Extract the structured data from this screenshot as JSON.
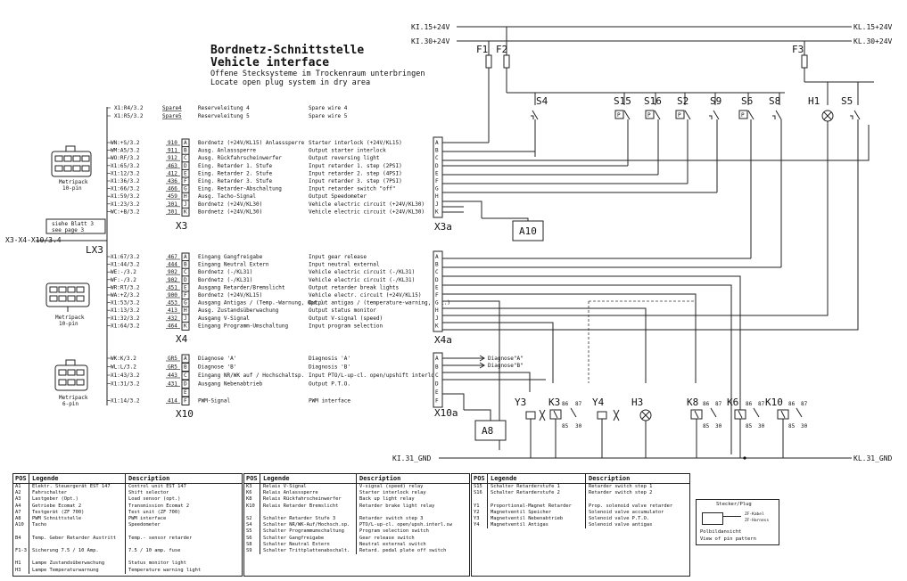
{
  "title": {
    "de": "Bordnetz-Schnittstelle",
    "en": "Vehicle interface",
    "sub_de": "Offene Stecksysteme im Trockenraum unterbringen",
    "sub_en": "Locate open plug system in dry area"
  },
  "rails": {
    "kl15_left": "KI.15+24V",
    "kl30_left": "KI.30+24V",
    "kl15_right": "KL.15+24V",
    "kl30_right": "KL.30+24V",
    "kl31_left": "KI.31_GND",
    "kl31_right": "KL.31_GND"
  },
  "fuses": {
    "f1": "F1",
    "f2": "F2",
    "f3": "F3"
  },
  "top_components": {
    "s4": "S4",
    "s15": "S15",
    "s16": "S16",
    "s2": "S2",
    "s9": "S9",
    "s6": "S6",
    "s8": "S8",
    "h1": "H1",
    "s5": "S5"
  },
  "bottom_components": {
    "y3": "Y3",
    "k3": "K3",
    "y4": "Y4",
    "h3": "H3",
    "k8": "K8",
    "k6": "K6",
    "k10": "K10"
  },
  "relay_pins": {
    "p86": "86",
    "p87": "87",
    "p85": "85",
    "p30": "30"
  },
  "modules": {
    "a10": "A10",
    "a8": "A8"
  },
  "connectors": {
    "x3": "X3",
    "x4": "X4",
    "x10": "X10",
    "x3a": "X3a",
    "x4a": "X4a",
    "x10a": "X10a",
    "lx3": "LX3",
    "cross_ref_left": "X3-X4-X10/3.4",
    "see_page_de": "siehe Blatt 3",
    "see_page_en": "see page 3"
  },
  "plug_labels": {
    "metripack_10_top": "Metripack\n10-pin",
    "metripack_10_mid": "Metripack\n10-pin",
    "metripack_6": "Metripack\n6-pin"
  },
  "reserve": [
    {
      "ref": "X1:R4/3.2",
      "wire": "Spare4",
      "de": "Reserveleitung 4",
      "en": "Spare wire 4"
    },
    {
      "ref": "X1:R5/3.2",
      "wire": "Spare5",
      "de": "Reserveleitung 5",
      "en": "Spare wire 5"
    }
  ],
  "x3_pins": [
    {
      "ref": "WN:+S/3.2",
      "wire": "910",
      "pin": "A",
      "de": "Bordnetz (+24V/KL15) Anlasssperre",
      "en": "Starter interlock (+24V/KL15)"
    },
    {
      "ref": "WM:A5/3.2",
      "wire": "911",
      "pin": "B",
      "de": "Ausg. Anlasssperre",
      "en": "Output starter interlock"
    },
    {
      "ref": "WO:RF/3.2",
      "wire": "912",
      "pin": "C",
      "de": "Ausg. Rückfahrscheinwerfer",
      "en": "Output reversing light"
    },
    {
      "ref": "X1:65/3.2",
      "wire": "463",
      "pin": "D",
      "de": "Eing. Retarder 1. Stufe",
      "en": "Input retarder 1. step (2PSI)"
    },
    {
      "ref": "X1:12/3.2",
      "wire": "412",
      "pin": "E",
      "de": "Eing. Retarder 2. Stufe",
      "en": "Input retarder 2. step (4PSI)"
    },
    {
      "ref": "X1:36/3.2",
      "wire": "436",
      "pin": "F",
      "de": "Eing. Retarder 3. Stufe",
      "en": "Input retarder 3. step (7PSI)"
    },
    {
      "ref": "X1:66/3.2",
      "wire": "466",
      "pin": "G",
      "de": "Eing. Retarder-Abschaltung",
      "en": "Input retarder switch \"off\""
    },
    {
      "ref": "X1:59/3.2",
      "wire": "459",
      "pin": "H",
      "de": "Ausg. Tacho-Signal",
      "en": "Output Speedometer"
    },
    {
      "ref": "X1:23/3.2",
      "wire": "301",
      "pin": "J",
      "de": "Bordnetz (+24V/KL30)",
      "en": "Vehicle electric circuit (+24V/KL30)"
    },
    {
      "ref": "WC:+B/3.2",
      "wire": "301",
      "pin": "K",
      "de": "Bordnetz (+24V/KL30)",
      "en": "Vehicle electric circuit (+24V/KL30)"
    }
  ],
  "x4_pins": [
    {
      "ref": "X1:67/3.2",
      "wire": "467",
      "pin": "A",
      "de": "Eingang Gangfreigabe",
      "en": "Input gear release"
    },
    {
      "ref": "X1:44/3.2",
      "wire": "444",
      "pin": "B",
      "de": "Eingang Neutral Extern",
      "en": "Input neutral external"
    },
    {
      "ref": "WE:-/3.2",
      "wire": "902",
      "pin": "C",
      "de": "Bordnetz (-/KL31)",
      "en": "Vehicle electric circuit (-/KL31)"
    },
    {
      "ref": "WF:-/3.2",
      "wire": "902",
      "pin": "D",
      "de": "Bordnetz (-/KL31)",
      "en": "Vehicle electric circuit (-/KL31)"
    },
    {
      "ref": "WR:RT/3.2",
      "wire": "451",
      "pin": "E",
      "de": "Ausgang Retarder/Bremslicht",
      "en": "Output retarder break lights"
    },
    {
      "ref": "WA:+Z/3.2",
      "wire": "900",
      "pin": "F",
      "de": "Bordnetz (+24V/KL15)",
      "en": "Vehicle electr. circuit (+24V/KL15)"
    },
    {
      "ref": "X1:53/3.2",
      "wire": "453",
      "pin": "G",
      "de": "Ausgang Antigas / (Temp.-Warnung, Opt.)",
      "en": "Output antigas / (temperature-warning, opt.)"
    },
    {
      "ref": "X1:13/3.2",
      "wire": "413",
      "pin": "H",
      "de": "Ausg. Zustandsüberwachung",
      "en": "Output status monitor"
    },
    {
      "ref": "X1:32/3.2",
      "wire": "432",
      "pin": "J",
      "de": "Ausgang V-Signal",
      "en": "Output V-signal (speed)"
    },
    {
      "ref": "X1:64/3.2",
      "wire": "464",
      "pin": "K",
      "de": "Eingang Programm-Umschaltung",
      "en": "Input program selection"
    }
  ],
  "x10_pins": [
    {
      "ref": "WK:K/3.2",
      "wire": "GR5",
      "pin": "A",
      "de": "Diagnose 'A'",
      "en": "Diagnosis 'A'"
    },
    {
      "ref": "WL:L/3.2",
      "wire": "GR5",
      "pin": "B",
      "de": "Diagnose 'B'",
      "en": "Diagnosis 'B'"
    },
    {
      "ref": "X1:43/3.2",
      "wire": "443",
      "pin": "C",
      "de": "Eingang NR/WK auf / Hochschaltsp.",
      "en": "Input PTO/L-up-cl. open/upshift interlock"
    },
    {
      "ref": "X1:31/3.2",
      "wire": "431",
      "pin": "D",
      "de": "Ausgang Nebenabtrieb",
      "en": "Output P.T.O."
    },
    {
      "ref": "",
      "wire": "",
      "pin": "E",
      "de": "",
      "en": ""
    },
    {
      "ref": "X1:14/3.2",
      "wire": "414",
      "pin": "F",
      "de": "PWM-Signal",
      "en": "PWM interface"
    }
  ],
  "x3a_pins": [
    "A",
    "B",
    "C",
    "D",
    "E",
    "F",
    "G",
    "H",
    "J",
    "K"
  ],
  "x4a_pins": [
    "A",
    "B",
    "C",
    "D",
    "E",
    "F",
    "G",
    "H",
    "J",
    "K"
  ],
  "x10a_pins": [
    "A",
    "B",
    "C",
    "D",
    "E",
    "F"
  ],
  "diag": {
    "a": "Diagnose\"A\"",
    "b": "Diagnose\"B\""
  },
  "legend": {
    "headers": {
      "pos": "POS",
      "legende": "Legende",
      "description": "Description"
    },
    "t1": [
      {
        "pos": "A1",
        "de": "Elektr. Steuergerät EST 147",
        "en": "Control unit EST 147"
      },
      {
        "pos": "A2",
        "de": "Fahrschalter",
        "en": "Shift selector"
      },
      {
        "pos": "A3",
        "de": "Lastgeber (Opt.)",
        "en": "Load sensor (opt.)"
      },
      {
        "pos": "A4",
        "de": "Getriebe Ecomat 2",
        "en": "Transmission Ecomat 2"
      },
      {
        "pos": "A7",
        "de": "Testgerät (ZF 700)",
        "en": "Test unit (ZF 700)"
      },
      {
        "pos": "A8",
        "de": "PWM Schnittstelle",
        "en": "PWM interface"
      },
      {
        "pos": "A10",
        "de": "Tacho",
        "en": "Speedometer"
      },
      {
        "pos": "",
        "de": "",
        "en": ""
      },
      {
        "pos": "B4",
        "de": "Temp. Geber Retarder Austritt",
        "en": "Temp.- sensor retarder"
      },
      {
        "pos": "",
        "de": "",
        "en": ""
      },
      {
        "pos": "F1-3",
        "de": "Sicherung 7.5 / 10 Amp.",
        "en": "7.5 / 10 amp. fuse"
      },
      {
        "pos": "",
        "de": "",
        "en": ""
      },
      {
        "pos": "H1",
        "de": "Lampe Zustandsüberwachung",
        "en": "Status monitor light"
      },
      {
        "pos": "H3",
        "de": "Lampe Temperaturwarnung",
        "en": "Temperature warning light"
      }
    ],
    "t2": [
      {
        "pos": "K3",
        "de": "Relais V-Signal",
        "en": "V-signal (speed) relay"
      },
      {
        "pos": "K6",
        "de": "Relais Anlasssperre",
        "en": "Starter interlock relay"
      },
      {
        "pos": "K8",
        "de": "Relais Rückfahrscheinwerfer",
        "en": "Back up light relay"
      },
      {
        "pos": "K10",
        "de": "Relais Retarder Bremslicht",
        "en": "Retarder brake light relay"
      },
      {
        "pos": "",
        "de": "",
        "en": ""
      },
      {
        "pos": "S2",
        "de": "Schalter Retarder Stufe 3",
        "en": "Retarder switch step 3"
      },
      {
        "pos": "S4",
        "de": "Schalter NR/WK-Auf/Hochsch.sp.",
        "en": "PTO/L-up-cl. open/upsh.interl.sw"
      },
      {
        "pos": "S5",
        "de": "Schalter Programmumschaltung",
        "en": "Program selection switch"
      },
      {
        "pos": "S6",
        "de": "Schalter Gangfreigabe",
        "en": "Gear release switch"
      },
      {
        "pos": "S8",
        "de": "Schalter Neutral Extern",
        "en": "Neutral external switch"
      },
      {
        "pos": "S9",
        "de": "Schalter Trittplattenabschalt.",
        "en": "Retard. pedal plate off switch"
      }
    ],
    "t3": [
      {
        "pos": "S15",
        "de": "Schalter Retarderstufe 1",
        "en": "Retarder switch step 1"
      },
      {
        "pos": "S16",
        "de": "Schalter Retarderstufe 2",
        "en": "Retarder switch step 2"
      },
      {
        "pos": "",
        "de": "",
        "en": ""
      },
      {
        "pos": "Y1",
        "de": "Proportional-Magnet Retarder",
        "en": "Prop. solenoid valve retarder"
      },
      {
        "pos": "Y2",
        "de": "Magnetventil Speicher",
        "en": "Solenoid valve accumulator"
      },
      {
        "pos": "Y3",
        "de": "Magnetventil Nebenabtrieb",
        "en": "Solenoid valve P.T.O."
      },
      {
        "pos": "Y4",
        "de": "Magnetventil Antigas",
        "en": "Solenoid valve antigas"
      }
    ],
    "plug": {
      "title": "Stecker/Plug",
      "zf_kabel": "ZF-Kabel",
      "zf_harness": "ZF-Harness",
      "view_de": "Polbildansicht",
      "view_en": "View of pin pattern"
    }
  }
}
